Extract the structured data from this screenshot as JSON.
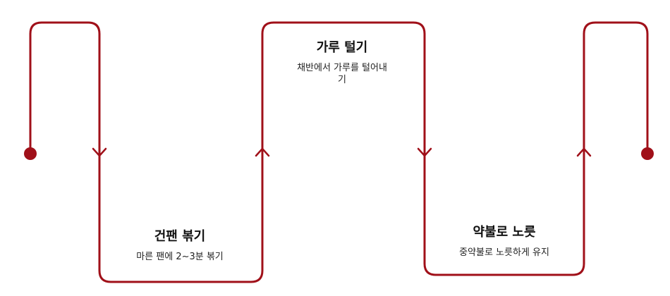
{
  "colors": {
    "line": "#a01019",
    "text": "#111111"
  },
  "steps": [
    {
      "title": "건팬 볶기",
      "description": "마른 팬에 2~3분 볶기"
    },
    {
      "title": "가루 털기",
      "description": "채반에서 가루를 털어내\n기"
    },
    {
      "title": "약불로 노릇",
      "description": "중약불로 노릇하게 유지"
    }
  ]
}
